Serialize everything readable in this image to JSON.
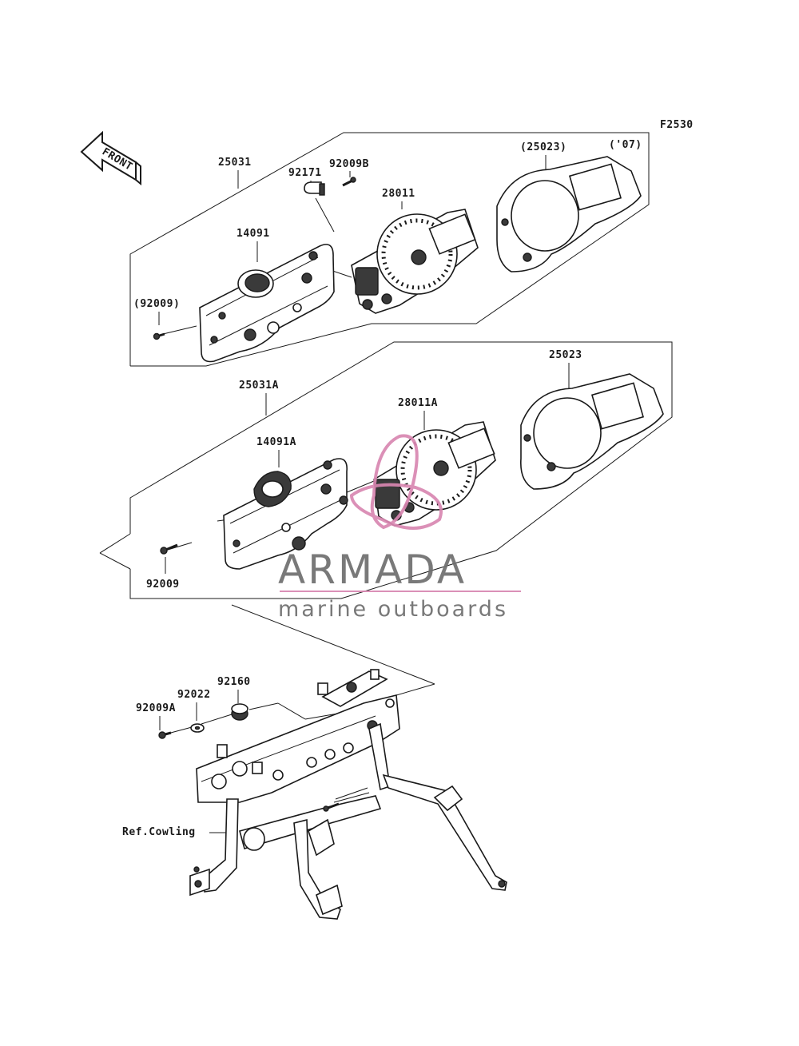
{
  "figure_code": "F2530",
  "front_label": "FRONT",
  "note_07": "('07)",
  "watermark": {
    "brand": "ARMADA",
    "tagline": "marine outboards",
    "pink": "#d987b1",
    "gray": "#6e6e6e"
  },
  "labels": {
    "p25031": "25031",
    "p92171": "92171",
    "p92009B": "92009B",
    "p28011": "28011",
    "p25023_paren": "(25023)",
    "p14091": "14091",
    "p92009_paren": "(92009)",
    "p25031A": "25031A",
    "p28011A": "28011A",
    "p25023": "25023",
    "p14091A": "14091A",
    "p92009": "92009",
    "p92160": "92160",
    "p92022": "92022",
    "p92009A": "92009A",
    "ref_cowling": "Ref.Cowling"
  }
}
